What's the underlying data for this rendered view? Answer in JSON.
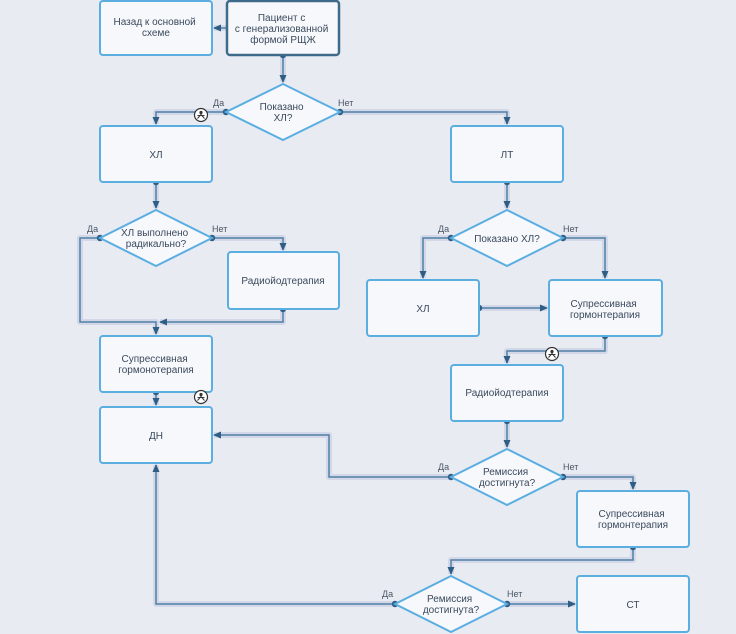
{
  "colors": {
    "background": "#e9ebf3",
    "node_fill": "#f7f8fc",
    "node_border": "#5aaee0",
    "start_border": "#3f6b8a",
    "connector": "#4f7fa6",
    "connector_halo": "#d3d8e8",
    "dot": "#2e5e86"
  },
  "nodes": {
    "back": [
      "Назад к основной",
      "схеме"
    ],
    "start": [
      "Пациент с",
      "с генерализованной",
      "формой РЩЖ"
    ],
    "d1": [
      "Показано",
      "ХЛ?"
    ],
    "hl1": [
      "ХЛ"
    ],
    "lt": [
      "ЛТ"
    ],
    "d2": [
      "ХЛ выполнено",
      "радикально?"
    ],
    "rit1": [
      "Радиойодтерапия"
    ],
    "d3": [
      "Показано ХЛ?"
    ],
    "hl2": [
      "ХЛ"
    ],
    "sup1": [
      "Супрессивная",
      "гормонтерапия"
    ],
    "sup_left": [
      "Супрессивная",
      "гормонотерапия"
    ],
    "rit2": [
      "Радиойодтерапия"
    ],
    "dn": [
      "ДН"
    ],
    "d4": [
      "Ремиссия",
      "достигнута?"
    ],
    "sup2": [
      "Супрессивная",
      "гормонтерапия"
    ],
    "d5": [
      "Ремиссия",
      "достигнута?"
    ],
    "st": [
      "СТ"
    ]
  },
  "labels": {
    "d1_yes": "Да",
    "d1_no": "Нет",
    "d2_yes": "Да",
    "d2_no": "Нет",
    "d3_yes": "Да",
    "d3_no": "Нет",
    "d4_yes": "Да",
    "d4_no": "Нет",
    "d5_yes": "Да",
    "d5_no": "Нет"
  },
  "icons": [
    "person-marker-icon",
    "person-marker-icon",
    "person-marker-icon"
  ]
}
